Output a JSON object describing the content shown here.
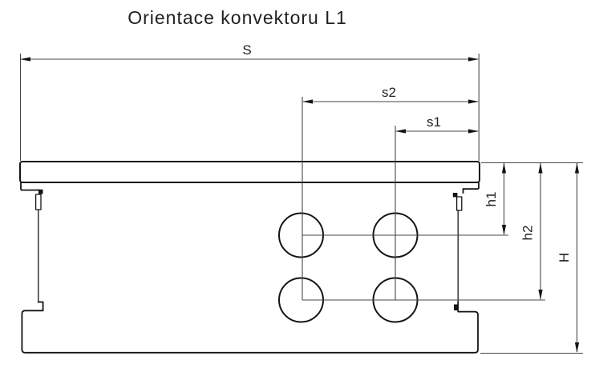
{
  "title": "Orientace konvektoru L1",
  "dimension_labels": {
    "S": "S",
    "s2": "s2",
    "s1": "s1",
    "h1": "h1",
    "h2": "h2",
    "H": "H"
  },
  "colors": {
    "background": "#ffffff",
    "outline": "#141414",
    "dimension_line": "#474747",
    "text": "#212121"
  }
}
